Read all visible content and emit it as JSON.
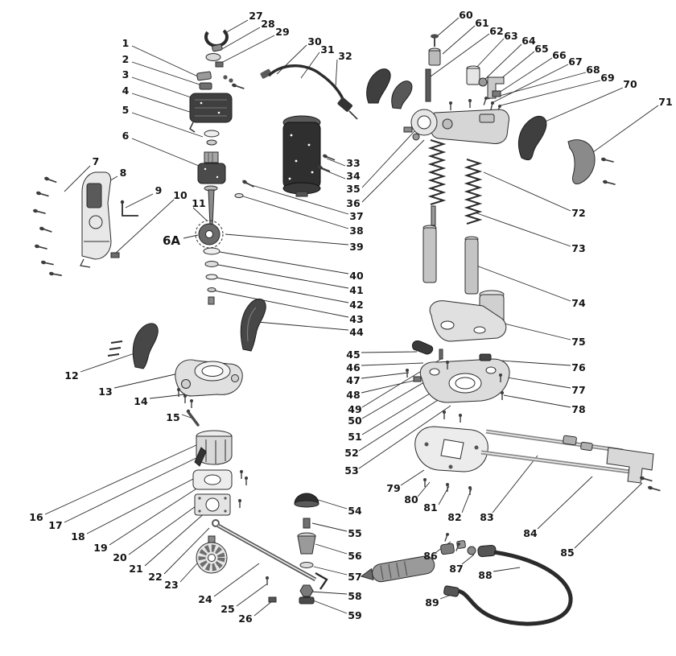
{
  "colors": {
    "ink": "#1a1a1a",
    "background": "#ffffff",
    "dark_part": "#3f3f3f",
    "mid_part": "#8a8a8a",
    "light_part": "#e3e3e3"
  },
  "callouts": {
    "c1": "1",
    "c2": "2",
    "c3": "3",
    "c4": "4",
    "c5": "5",
    "c6": "6",
    "c7": "7",
    "c8": "8",
    "c9": "9",
    "c10": "10",
    "c11": "11",
    "c12": "12",
    "c13": "13",
    "c14": "14",
    "c15": "15",
    "c16": "16",
    "c17": "17",
    "c18": "18",
    "c19": "19",
    "c20": "20",
    "c21": "21",
    "c22": "22",
    "c23": "23",
    "c24": "24",
    "c25": "25",
    "c26": "26",
    "c27": "27",
    "c28": "28",
    "c29": "29",
    "c30": "30",
    "c31": "31",
    "c32": "32",
    "c33": "33",
    "c34": "34",
    "c35": "35",
    "c36": "36",
    "c37": "37",
    "c38": "38",
    "c39": "39",
    "c40": "40",
    "c41": "41",
    "c42": "42",
    "c43": "43",
    "c44": "44",
    "c45": "45",
    "c46": "46",
    "c47": "47",
    "c48": "48",
    "c49": "49",
    "c50": "50",
    "c51": "51",
    "c52": "52",
    "c53": "53",
    "c54": "54",
    "c55": "55",
    "c56": "56",
    "c57": "57",
    "c58": "58",
    "c59": "59",
    "c60": "60",
    "c61": "61",
    "c62": "62",
    "c63": "63",
    "c64": "64",
    "c65": "65",
    "c66": "66",
    "c67": "67",
    "c68": "68",
    "c69": "69",
    "c70": "70",
    "c71": "71",
    "c72": "72",
    "c73": "73",
    "c74": "74",
    "c75": "75",
    "c76": "76",
    "c77": "77",
    "c78": "78",
    "c79": "79",
    "c80": "80",
    "c81": "81",
    "c82": "82",
    "c83": "83",
    "c84": "84",
    "c85": "85",
    "c86": "86",
    "c87": "87",
    "c88": "88",
    "c89": "89",
    "c6a": "6A"
  }
}
